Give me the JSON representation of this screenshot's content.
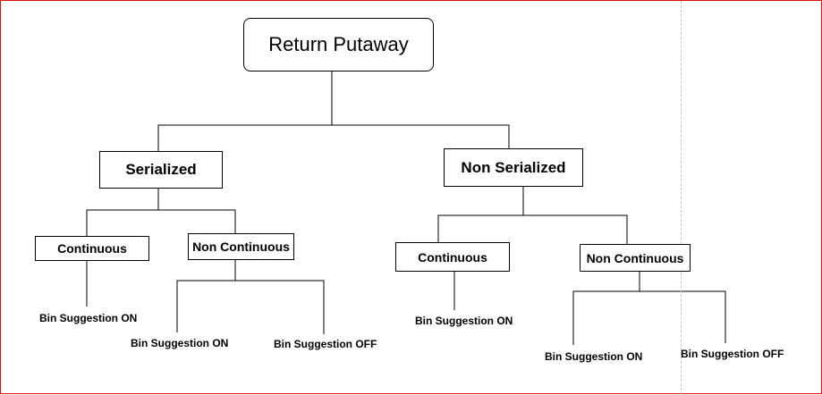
{
  "diagram": {
    "root": "Return Putaway",
    "serialized": {
      "label": "Serialized",
      "continuous": {
        "label": "Continuous",
        "leaf": "Bin Suggestion ON"
      },
      "non_continuous": {
        "label": "Non Continuous",
        "leaf_on": "Bin Suggestion ON",
        "leaf_off": "Bin Suggestion OFF"
      }
    },
    "non_serialized": {
      "label": "Non Serialized",
      "continuous": {
        "label": "Continuous",
        "leaf": "Bin Suggestion ON"
      },
      "non_continuous": {
        "label": "Non Continuous",
        "leaf_on": "Bin Suggestion ON",
        "leaf_off": "Bin Suggestion OFF"
      }
    }
  },
  "colors": {
    "frame_border": "#e01010",
    "line": "#000000",
    "guide": "#c8c8c8"
  }
}
